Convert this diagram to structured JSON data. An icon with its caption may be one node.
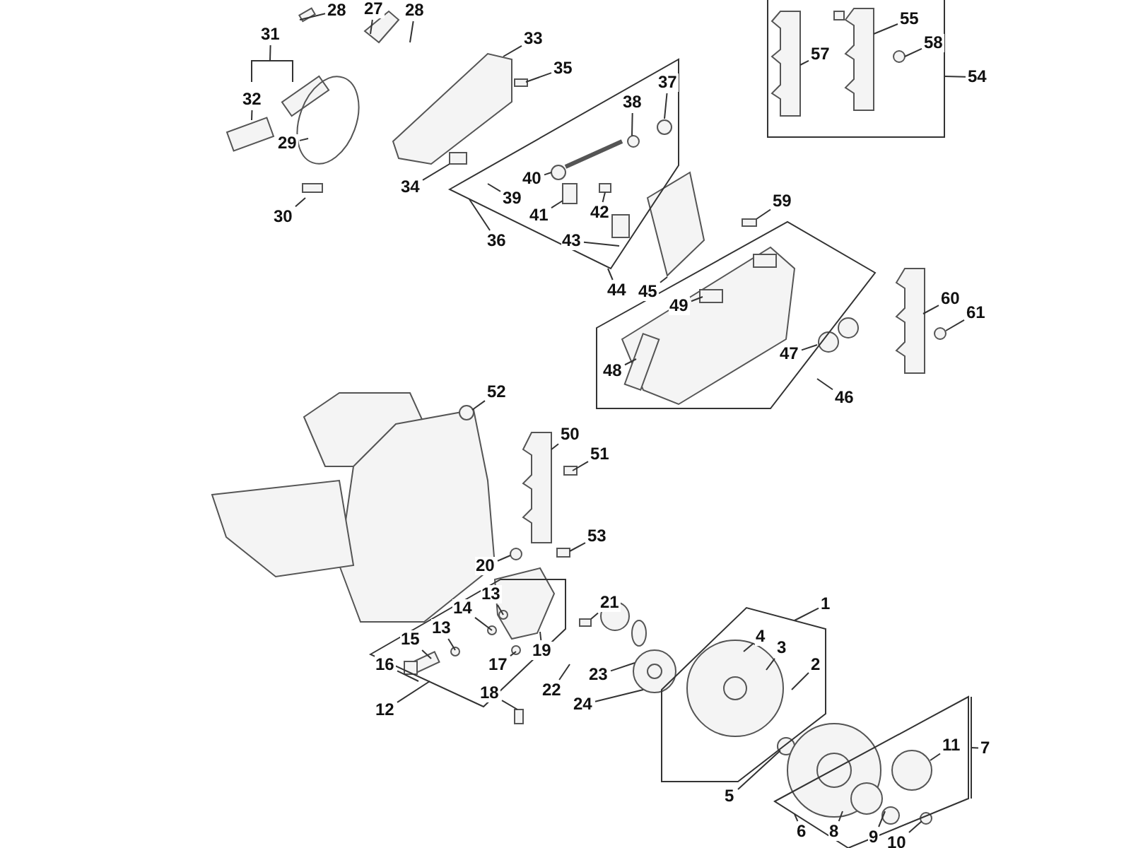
{
  "diagram": {
    "nodes": [
      {
        "text": [
          "28"
        ]
      },
      {
        "text": [
          "27"
        ]
      },
      {
        "text": [
          "28"
        ]
      },
      {
        "text": [
          "31"
        ]
      },
      {
        "text": [
          "32"
        ]
      },
      {
        "text": [
          "29"
        ]
      },
      {
        "text": [
          "30"
        ]
      },
      {
        "text": [
          "33"
        ]
      },
      {
        "text": [
          "35"
        ]
      },
      {
        "text": [
          "37"
        ]
      },
      {
        "text": [
          "38"
        ]
      },
      {
        "text": [
          "34"
        ]
      },
      {
        "text": [
          "40"
        ]
      },
      {
        "text": [
          "39"
        ]
      },
      {
        "text": [
          "41"
        ]
      },
      {
        "text": [
          "42"
        ]
      },
      {
        "text": [
          "43"
        ]
      },
      {
        "text": [
          "36"
        ]
      },
      {
        "text": [
          "44"
        ]
      },
      {
        "text": [
          "45"
        ]
      },
      {
        "text": [
          "57"
        ]
      },
      {
        "text": [
          "55"
        ]
      },
      {
        "text": [
          "58"
        ]
      },
      {
        "text": [
          "54"
        ]
      },
      {
        "text": [
          "59"
        ]
      },
      {
        "text": [
          "49"
        ]
      },
      {
        "text": [
          "60"
        ]
      },
      {
        "text": [
          "61"
        ]
      },
      {
        "text": [
          "48"
        ]
      },
      {
        "text": [
          "47"
        ]
      },
      {
        "text": [
          "46"
        ]
      },
      {
        "text": [
          "52"
        ]
      },
      {
        "text": [
          "50"
        ]
      },
      {
        "text": [
          "51"
        ]
      },
      {
        "text": [
          "53"
        ]
      },
      {
        "text": [
          "20"
        ]
      },
      {
        "text": [
          "21"
        ]
      },
      {
        "text": [
          "13"
        ]
      },
      {
        "text": [
          "14"
        ]
      },
      {
        "text": [
          "13"
        ]
      },
      {
        "text": [
          "15"
        ]
      },
      {
        "text": [
          "16"
        ]
      },
      {
        "text": [
          "17"
        ]
      },
      {
        "text": [
          "19"
        ]
      },
      {
        "text": [
          "18"
        ]
      },
      {
        "text": [
          "22"
        ]
      },
      {
        "text": [
          "23"
        ]
      },
      {
        "text": [
          "24"
        ]
      },
      {
        "text": [
          "12"
        ]
      },
      {
        "text": [
          "1"
        ]
      },
      {
        "text": [
          "4"
        ]
      },
      {
        "text": [
          "3"
        ]
      },
      {
        "text": [
          "2"
        ]
      },
      {
        "text": [
          "5"
        ]
      },
      {
        "text": [
          "6"
        ]
      },
      {
        "text": [
          "8"
        ]
      },
      {
        "text": [
          "9"
        ]
      },
      {
        "text": [
          "10"
        ]
      },
      {
        "text": [
          "11"
        ]
      },
      {
        "text": [
          "7"
        ]
      }
    ],
    "edges": [
      {
        "from": 0,
        "to": null,
        "arrow": "none"
      },
      {
        "from": 1,
        "to": null,
        "arrow": "none"
      },
      {
        "from": 2,
        "to": null,
        "arrow": "none"
      },
      {
        "from": 3,
        "to": null,
        "arrow": "none"
      },
      {
        "from": 4,
        "to": null,
        "arrow": "none"
      },
      {
        "from": 5,
        "to": null,
        "arrow": "none"
      },
      {
        "from": 6,
        "to": null,
        "arrow": "none"
      },
      {
        "from": 7,
        "to": null,
        "arrow": "none"
      },
      {
        "from": 8,
        "to": null,
        "arrow": "none"
      },
      {
        "from": 9,
        "to": null,
        "arrow": "none"
      },
      {
        "from": 10,
        "to": null,
        "arrow": "none"
      },
      {
        "from": 11,
        "to": null,
        "arrow": "none"
      },
      {
        "from": 12,
        "to": null,
        "arrow": "none"
      },
      {
        "from": 13,
        "to": null,
        "arrow": "none"
      },
      {
        "from": 14,
        "to": null,
        "arrow": "none"
      },
      {
        "from": 15,
        "to": null,
        "arrow": "none"
      },
      {
        "from": 16,
        "to": null,
        "arrow": "none"
      },
      {
        "from": 17,
        "to": null,
        "arrow": "none"
      },
      {
        "from": 18,
        "to": null,
        "arrow": "none"
      },
      {
        "from": 19,
        "to": null,
        "arrow": "none"
      },
      {
        "from": 20,
        "to": null,
        "arrow": "none"
      },
      {
        "from": 21,
        "to": null,
        "arrow": "none"
      },
      {
        "from": 22,
        "to": null,
        "arrow": "none"
      },
      {
        "from": 23,
        "to": null,
        "arrow": "none"
      },
      {
        "from": 24,
        "to": null,
        "arrow": "none"
      },
      {
        "from": 25,
        "to": null,
        "arrow": "none"
      },
      {
        "from": 26,
        "to": null,
        "arrow": "none"
      },
      {
        "from": 27,
        "to": null,
        "arrow": "none"
      },
      {
        "from": 28,
        "to": null,
        "arrow": "none"
      },
      {
        "from": 29,
        "to": null,
        "arrow": "none"
      },
      {
        "from": 30,
        "to": null,
        "arrow": "none"
      },
      {
        "from": 31,
        "to": null,
        "arrow": "none"
      },
      {
        "from": 32,
        "to": null,
        "arrow": "none"
      },
      {
        "from": 33,
        "to": null,
        "arrow": "none"
      },
      {
        "from": 34,
        "to": null,
        "arrow": "none"
      },
      {
        "from": 35,
        "to": null,
        "arrow": "none"
      },
      {
        "from": 36,
        "to": null,
        "arrow": "none"
      },
      {
        "from": 37,
        "to": null,
        "arrow": "none"
      },
      {
        "from": 38,
        "to": null,
        "arrow": "none"
      },
      {
        "from": 39,
        "to": null,
        "arrow": "none"
      },
      {
        "from": 40,
        "to": null,
        "arrow": "none"
      },
      {
        "from": 41,
        "to": null,
        "arrow": "none"
      },
      {
        "from": 42,
        "to": null,
        "arrow": "none"
      },
      {
        "from": 43,
        "to": null,
        "arrow": "none"
      },
      {
        "from": 44,
        "to": null,
        "arrow": "none"
      },
      {
        "from": 45,
        "to": null,
        "arrow": "none"
      },
      {
        "from": 46,
        "to": null,
        "arrow": "none"
      },
      {
        "from": 47,
        "to": null,
        "arrow": "none"
      },
      {
        "from": 48,
        "to": null,
        "arrow": "none"
      },
      {
        "from": 49,
        "to": null,
        "arrow": "none"
      },
      {
        "from": 50,
        "to": null,
        "arrow": "none"
      },
      {
        "from": 51,
        "to": null,
        "arrow": "none"
      },
      {
        "from": 52,
        "to": null,
        "arrow": "none"
      },
      {
        "from": 53,
        "to": null,
        "arrow": "none"
      },
      {
        "from": 54,
        "to": null,
        "arrow": "none"
      },
      {
        "from": 55,
        "to": null,
        "arrow": "none"
      },
      {
        "from": 56,
        "to": null,
        "arrow": "none"
      },
      {
        "from": 57,
        "to": null,
        "arrow": "none"
      },
      {
        "from": 58,
        "to": null,
        "arrow": "none"
      },
      {
        "from": 59,
        "to": null,
        "arrow": "none"
      }
    ]
  }
}
